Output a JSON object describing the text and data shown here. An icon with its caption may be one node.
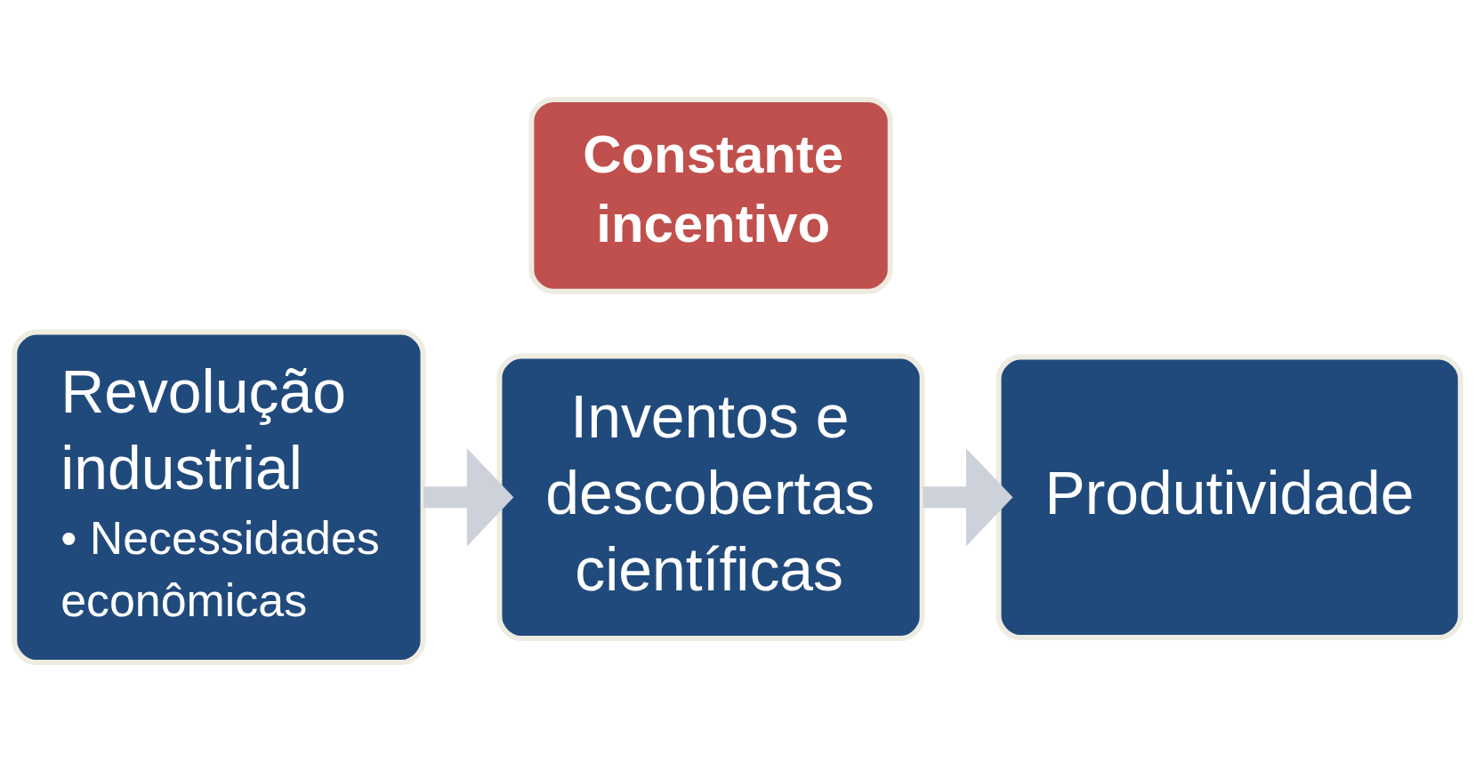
{
  "diagram": {
    "nodes": [
      {
        "text": [
          "Revolução industrial",
          "• Necessidades econômicas"
        ]
      },
      {
        "text": [
          "Inventos e descobertas científicas"
        ]
      },
      {
        "text": [
          "Produtividade"
        ]
      },
      {
        "text": [
          "Constante incentivo"
        ]
      }
    ],
    "edges": [
      {
        "from": 0,
        "to": 1,
        "arrow": "to"
      },
      {
        "from": 1,
        "to": 2,
        "arrow": "to"
      }
    ]
  }
}
